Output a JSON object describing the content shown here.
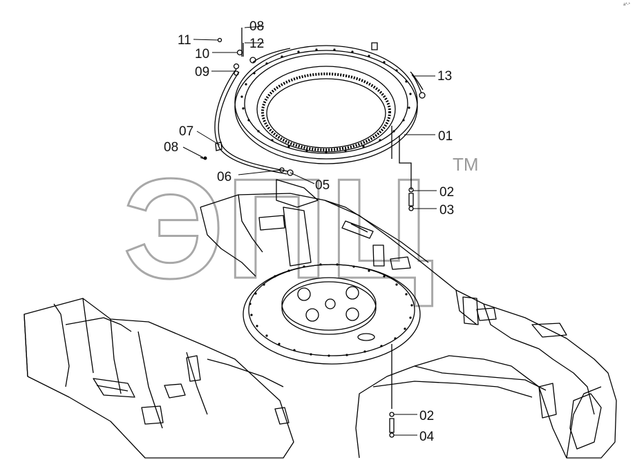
{
  "labels": {
    "p01": "01",
    "p02a": "02",
    "p03": "03",
    "p02b": "02",
    "p04": "04",
    "p05": "05",
    "p06": "06",
    "p07": "07",
    "p08a": "08",
    "p08b": "08",
    "p09": "09",
    "p10": "10",
    "p11": "11",
    "p12": "12",
    "p13": "13"
  },
  "watermark": {
    "text": "ЭПЦ",
    "tm": "TM"
  },
  "corner_mark": "a*-*"
}
